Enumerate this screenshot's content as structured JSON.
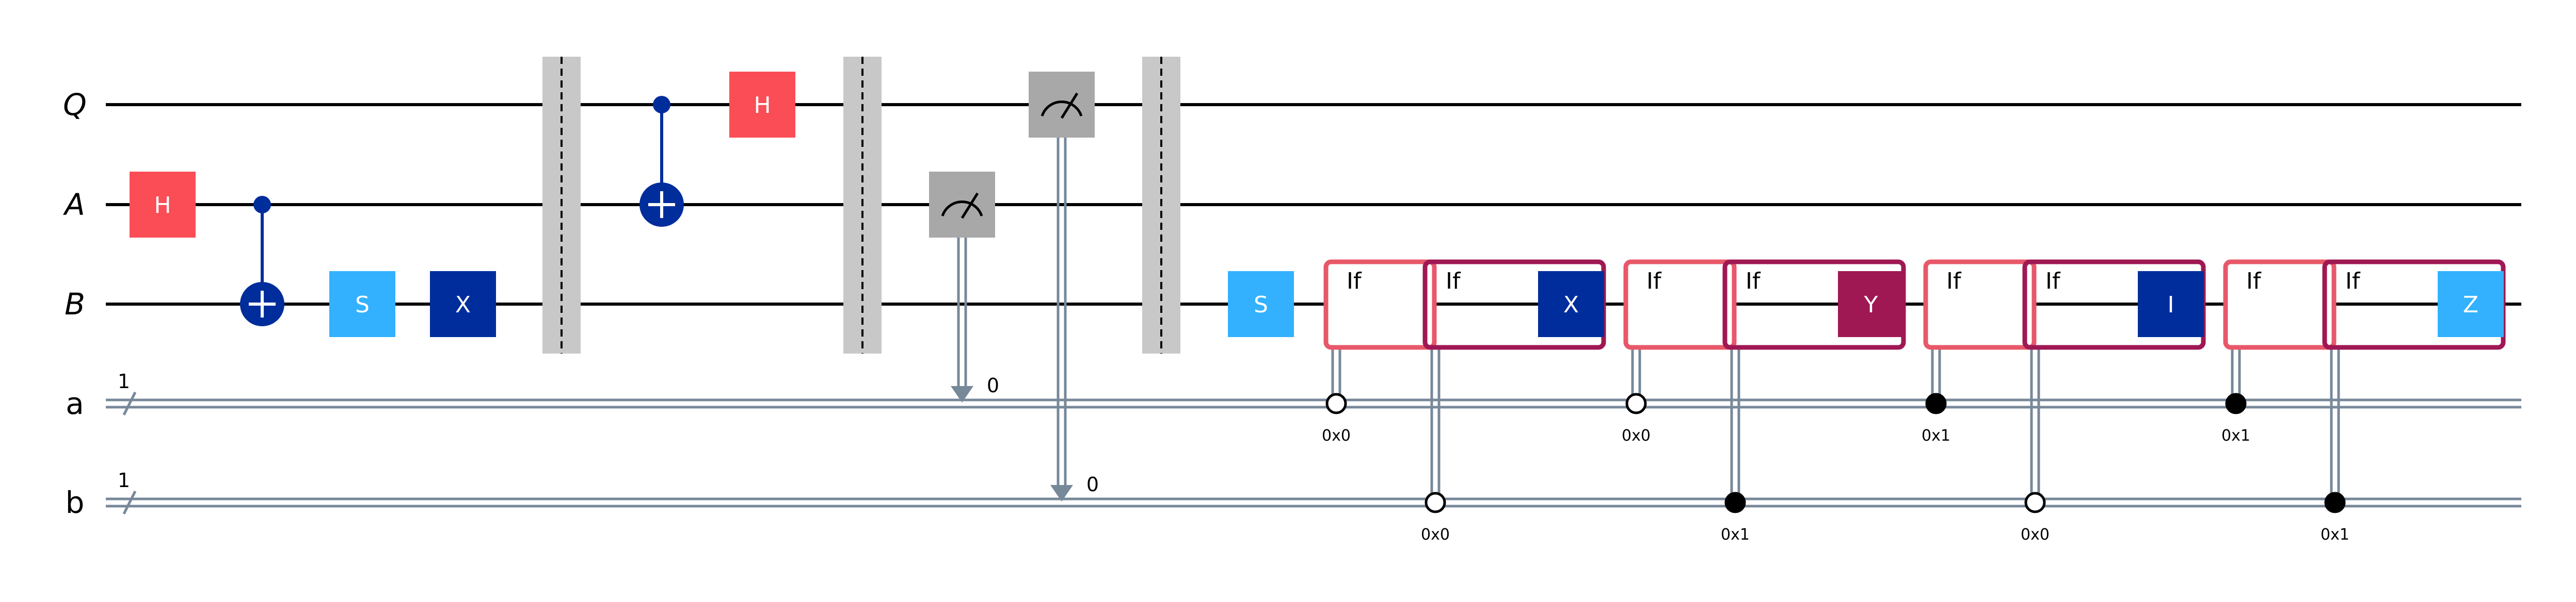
{
  "qubit_wires": [
    {
      "id": "Q",
      "label": "Q"
    },
    {
      "id": "A",
      "label": "A"
    },
    {
      "id": "B",
      "label": "B"
    }
  ],
  "classical_wires": [
    {
      "id": "a",
      "label": "a",
      "size": "1"
    },
    {
      "id": "b",
      "label": "b",
      "size": "1"
    }
  ],
  "colors": {
    "h_gate": "#fa4d56",
    "s_gate": "#33b1ff",
    "x_gate": "#002d9c",
    "y_gate": "#9f1853",
    "i_gate": "#002d9c",
    "z_gate": "#33b1ff",
    "control": "#002d9c",
    "measure": "#a8a8a8",
    "barrier": "#c8c8c8",
    "classical_wire": "#778899",
    "if_outer": "#e8586a",
    "if_inner": "#9f1853"
  },
  "gates": [
    {
      "name": "h-gate-a",
      "label": "H",
      "wire": "A",
      "col": 1,
      "color": "h_gate"
    },
    {
      "name": "h-gate-q",
      "label": "H",
      "wire": "Q",
      "col": 6,
      "color": "h_gate"
    },
    {
      "name": "s-gate-b-1",
      "label": "S",
      "wire": "B",
      "col": 3,
      "color": "s_gate"
    },
    {
      "name": "x-gate-b",
      "label": "X",
      "wire": "B",
      "col": 4,
      "color": "x_gate"
    },
    {
      "name": "s-gate-b-2",
      "label": "S",
      "wire": "B",
      "col": 12,
      "color": "s_gate"
    }
  ],
  "cnots": [
    {
      "name": "cnot-a-b",
      "control": "A",
      "target": "B",
      "col": 2
    },
    {
      "name": "cnot-q-a",
      "control": "Q",
      "target": "A",
      "col": 5
    }
  ],
  "barriers": [
    {
      "name": "barrier-1",
      "col": "b1"
    },
    {
      "name": "barrier-2",
      "col": "b2"
    },
    {
      "name": "barrier-3",
      "col": "b3"
    }
  ],
  "measurements": [
    {
      "name": "measure-a",
      "wire": "A",
      "creg": "a",
      "bit_label": "0",
      "col": "m1"
    },
    {
      "name": "measure-q",
      "wire": "Q",
      "creg": "b",
      "bit_label": "0",
      "col": "m2"
    }
  ],
  "if_blocks": [
    {
      "name": "if-block-x",
      "outer_label": "If",
      "inner_label": "If",
      "gate": "X",
      "color": "x_gate",
      "outer_cond": "0x0",
      "outer_filled": false,
      "inner_cond": "0x0",
      "inner_filled": false
    },
    {
      "name": "if-block-y",
      "outer_label": "If",
      "inner_label": "If",
      "gate": "Y",
      "color": "y_gate",
      "outer_cond": "0x0",
      "outer_filled": false,
      "inner_cond": "0x1",
      "inner_filled": true
    },
    {
      "name": "if-block-i",
      "outer_label": "If",
      "inner_label": "If",
      "gate": "I",
      "color": "i_gate",
      "outer_cond": "0x1",
      "outer_filled": true,
      "inner_cond": "0x0",
      "inner_filled": false
    },
    {
      "name": "if-block-z",
      "outer_label": "If",
      "inner_label": "If",
      "gate": "Z",
      "color": "z_gate",
      "outer_cond": "0x1",
      "outer_filled": true,
      "inner_cond": "0x1",
      "inner_filled": true
    }
  ]
}
